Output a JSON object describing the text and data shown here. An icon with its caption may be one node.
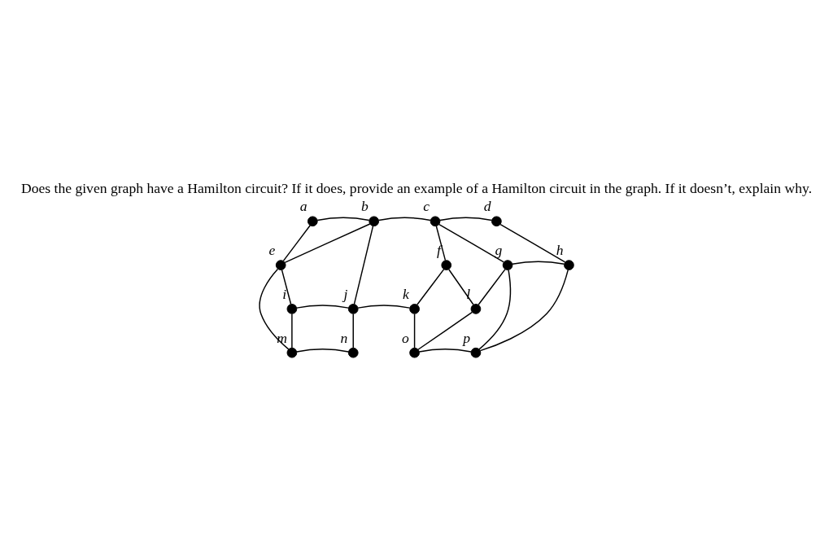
{
  "diagram": {
    "title": "Does the given graph have a Hamilton circuit? If it does, provide an example of a Hamilton circuit in the graph. If it doesn’t, explain why.",
    "nodes": [
      {
        "text": [],
        "shape": "circle",
        "beside": [
          "a"
        ]
      },
      {
        "text": [],
        "shape": "circle",
        "beside": [
          "b"
        ]
      },
      {
        "text": [],
        "shape": "circle",
        "beside": [
          "c"
        ]
      },
      {
        "text": [],
        "shape": "circle",
        "beside": [
          "d"
        ]
      },
      {
        "text": [],
        "shape": "circle",
        "beside": [
          "g"
        ]
      },
      {
        "text": [],
        "shape": "circle",
        "beside": [
          "h"
        ]
      },
      {
        "text": [],
        "shape": "circle",
        "beside": [
          "e"
        ]
      },
      {
        "text": [],
        "shape": "circle",
        "beside": [
          "f"
        ]
      },
      {
        "text": [],
        "shape": "circle",
        "beside": [
          "l"
        ]
      },
      {
        "text": [],
        "shape": "circle",
        "beside": [
          "i"
        ]
      },
      {
        "text": [],
        "shape": "circle",
        "beside": [
          "j"
        ]
      },
      {
        "text": [],
        "shape": "circle",
        "beside": [
          "k"
        ]
      },
      {
        "text": [],
        "shape": "circle",
        "beside": [
          "m"
        ]
      },
      {
        "text": [],
        "shape": "circle",
        "beside": [
          "n"
        ]
      },
      {
        "text": [],
        "shape": "circle",
        "beside": [
          "o"
        ]
      },
      {
        "text": [],
        "shape": "circle",
        "beside": [
          "p"
        ]
      }
    ],
    "edges": [
      {
        "from": 0,
        "to": 1,
        "arrow": "none"
      },
      {
        "from": 1,
        "to": 2,
        "arrow": "none"
      },
      {
        "from": 2,
        "to": 3,
        "arrow": "none"
      },
      {
        "from": 0,
        "to": 6,
        "arrow": "none"
      },
      {
        "from": 1,
        "to": 6,
        "arrow": "none"
      },
      {
        "from": 1,
        "to": 10,
        "arrow": "none"
      },
      {
        "from": 2,
        "to": 7,
        "arrow": "none"
      },
      {
        "from": 2,
        "to": 4,
        "arrow": "none"
      },
      {
        "from": 3,
        "to": 5,
        "arrow": "none"
      },
      {
        "from": 4,
        "to": 5,
        "arrow": "none"
      },
      {
        "from": 4,
        "to": 8,
        "arrow": "none"
      },
      {
        "from": 4,
        "to": 15,
        "arrow": "none"
      },
      {
        "from": 5,
        "to": 15,
        "arrow": "none"
      },
      {
        "from": 6,
        "to": 9,
        "arrow": "none"
      },
      {
        "from": 6,
        "to": 12,
        "arrow": "none"
      },
      {
        "from": 7,
        "to": 11,
        "arrow": "none"
      },
      {
        "from": 7,
        "to": 8,
        "arrow": "none"
      },
      {
        "from": 9,
        "to": 10,
        "arrow": "none"
      },
      {
        "from": 10,
        "to": 11,
        "arrow": "none"
      },
      {
        "from": 9,
        "to": 12,
        "arrow": "none"
      },
      {
        "from": 10,
        "to": 13,
        "arrow": "none"
      },
      {
        "from": 12,
        "to": 13,
        "arrow": "none"
      },
      {
        "from": 11,
        "to": 14,
        "arrow": "none"
      },
      {
        "from": 8,
        "to": 14,
        "arrow": "none"
      },
      {
        "from": 14,
        "to": 15,
        "arrow": "none"
      }
    ]
  }
}
